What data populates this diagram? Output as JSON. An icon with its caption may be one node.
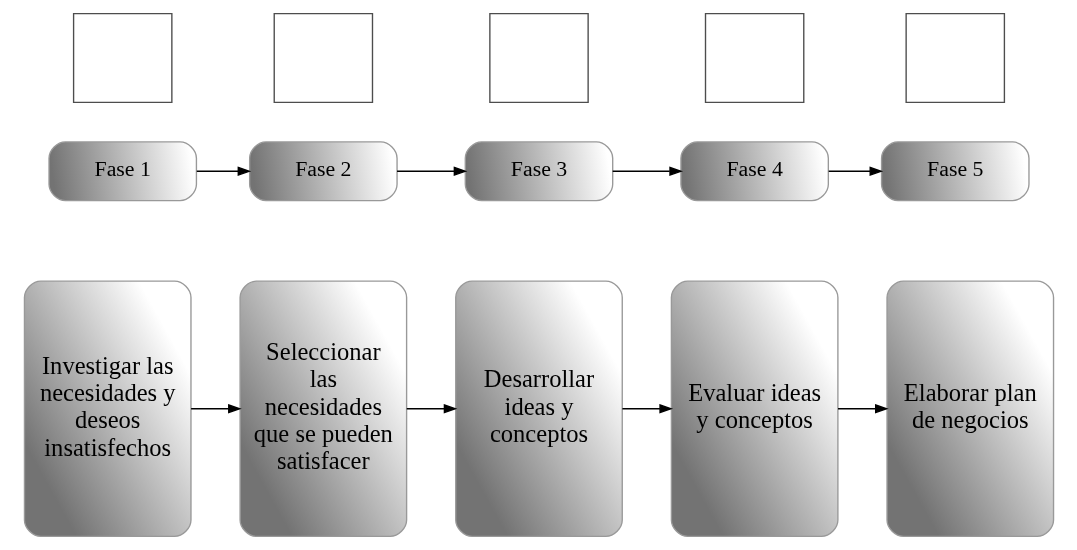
{
  "diagram": {
    "nodes": [
      {
        "text": [],
        "shape": "box"
      },
      {
        "text": [],
        "shape": "box"
      },
      {
        "text": [],
        "shape": "box"
      },
      {
        "text": [],
        "shape": "box"
      },
      {
        "text": [],
        "shape": "box"
      },
      {
        "text": [
          "Fase 1"
        ]
      },
      {
        "text": [
          "Fase 2"
        ]
      },
      {
        "text": [
          "Fase 3"
        ]
      },
      {
        "text": [
          "Fase 4"
        ]
      },
      {
        "text": [
          "Fase 5"
        ]
      },
      {
        "text": [
          "Investigar las necesidades y deseos insatisfechos"
        ]
      },
      {
        "text": [
          "Seleccionar las necesidades que se pueden satisfacer"
        ]
      },
      {
        "text": [
          "Desarrollar ideas y conceptos"
        ]
      },
      {
        "text": [
          "Evaluar ideas y conceptos"
        ]
      },
      {
        "text": [
          "Elaborar plan de negocios"
        ]
      }
    ],
    "edges": [
      {
        "from": 5,
        "to": 6,
        "arrow": "to"
      },
      {
        "from": 6,
        "to": 7,
        "arrow": "to"
      },
      {
        "from": 7,
        "to": 8,
        "arrow": "to"
      },
      {
        "from": 8,
        "to": 9,
        "arrow": "to"
      },
      {
        "from": 10,
        "to": 11,
        "arrow": "to"
      },
      {
        "from": 11,
        "to": 12,
        "arrow": "to"
      },
      {
        "from": 12,
        "to": 13,
        "arrow": "to"
      },
      {
        "from": 13,
        "to": 14,
        "arrow": "to"
      }
    ]
  }
}
